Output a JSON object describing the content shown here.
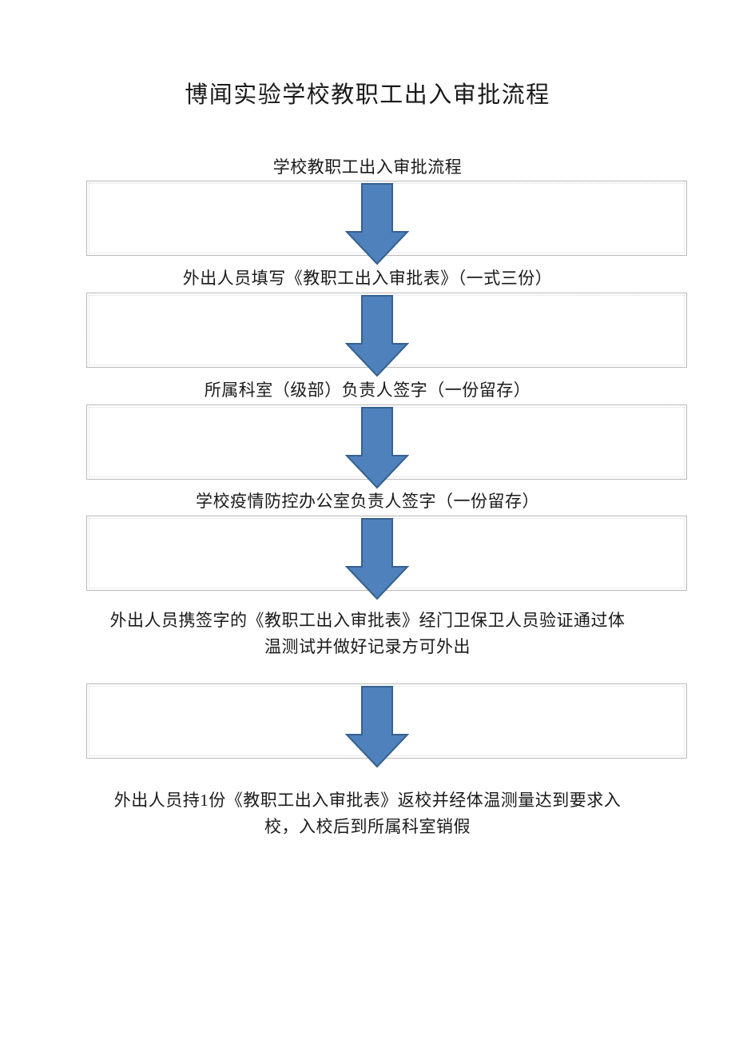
{
  "document": {
    "title": "博闻实验学校教职工出入审批流程",
    "page_background": "#ffffff",
    "text_color": "#1a1a1a"
  },
  "theme": {
    "arrow_fill": "#4F81BD",
    "arrow_stroke": "#37618E",
    "box_border": "#b9b9b9",
    "box_inner_border": "#d9d9d9"
  },
  "flow": {
    "steps": [
      {
        "id": "step-1",
        "caption": "学校教职工出入审批流程",
        "lines": [
          "学校教职工出入审批流程"
        ],
        "has_box": true,
        "has_arrow": true
      },
      {
        "id": "step-2",
        "caption": "外出人员填写《教职工出入审批表》（一式三份）",
        "lines": [
          "外出人员填写《教职工出入审批表》（一式三份）"
        ],
        "has_box": true,
        "has_arrow": true
      },
      {
        "id": "step-3",
        "caption": "所属科室（级部）负责人签字（一份留存）",
        "lines": [
          "所属科室（级部）负责人签字（一份留存）"
        ],
        "has_box": true,
        "has_arrow": true
      },
      {
        "id": "step-4",
        "caption": "学校疫情防控办公室负责人签字（一份留存）",
        "lines": [
          "学校疫情防控办公室负责人签字（一份留存）"
        ],
        "has_box": true,
        "has_arrow": true
      },
      {
        "id": "step-5",
        "caption": "外出人员携签字的《教职工出入审批表》经门卫保卫人员验证通过体温测试并做好记录方可外出",
        "lines": [
          "外出人员携签字的《教职工出入审批表》经门卫保卫人员验证通过体",
          "温测试并做好记录方可外出"
        ],
        "has_box": true,
        "has_arrow": true
      },
      {
        "id": "step-6",
        "caption": "外出人员持1份《教职工出入审批表》返校并经体温测量达到要求入校，入校后到所属科室销假",
        "lines": [
          "外出人员持1份《教职工出入审批表》返校并经体温测量达到要求入",
          "校，入校后到所属科室销假"
        ],
        "has_box": false,
        "has_arrow": false
      }
    ]
  },
  "icons": {
    "down_arrow": "down-arrow-icon"
  }
}
